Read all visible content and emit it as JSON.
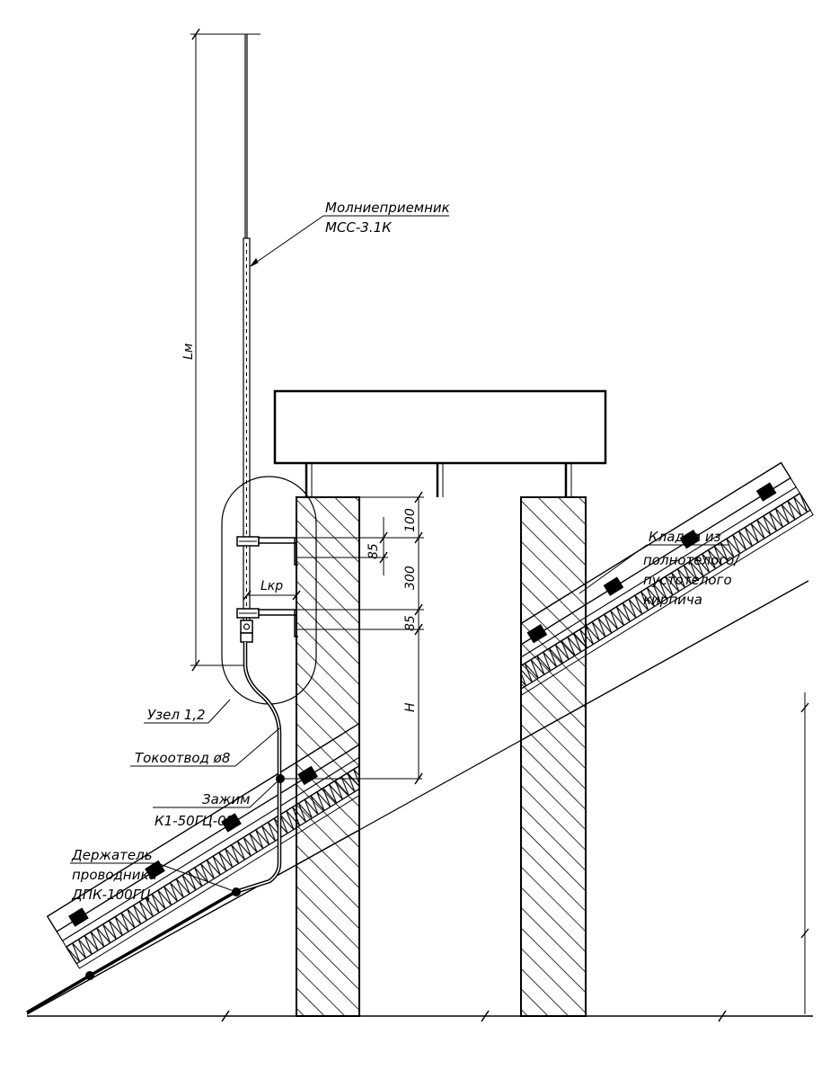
{
  "labels": {
    "lightning_rod_line1": "Молниеприемник",
    "lightning_rod_line2": "МСС-3.1К",
    "masonry_line1": "Кладка из",
    "masonry_line2": "полнотелого/",
    "masonry_line3": "пустотелого",
    "masonry_line4": "кирпича",
    "node": "Узел 1,2",
    "down_conductor": "Токоотвод ø8",
    "clamp_line1": "Зажим",
    "clamp_line2": "К1-50ГЦ-02",
    "holder_line1": "Держатель",
    "holder_line2": "проводника",
    "holder_line3": "ДПК-100ГЦ"
  },
  "dimensions": {
    "mast_length": "Lм",
    "bracket_length": "Lкр",
    "d100": "100",
    "d85_top": "85",
    "d300": "300",
    "d85_bottom": "85",
    "height": "H"
  },
  "colors": {
    "line": "#000000",
    "background": "#ffffff"
  }
}
